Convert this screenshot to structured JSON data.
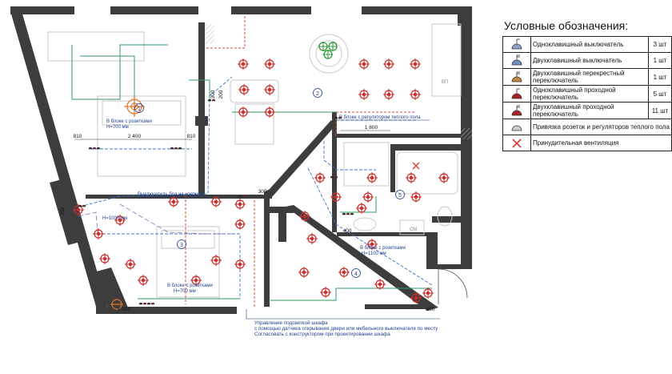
{
  "legend": {
    "title": "Условные обозначения:",
    "items": [
      {
        "symbol": "one-key-switch-icon",
        "color": "#8fa3c4",
        "label": "Одноклавишный выключатель",
        "count": "3 шт"
      },
      {
        "symbol": "two-key-switch-icon",
        "color": "#6f8fc0",
        "label": "Двухклавишный выключатель",
        "count": "1 шт"
      },
      {
        "symbol": "two-key-cross-switch-icon",
        "color": "#c0863f",
        "label": "Двухклавишный перекрестный переключатель",
        "count": "1 шт"
      },
      {
        "symbol": "one-key-pass-switch-icon",
        "color": "#a8242a",
        "label": "Одноклавишный проходной переключатель",
        "count": "5 шт"
      },
      {
        "symbol": "two-key-pass-switch-icon",
        "color": "#a8242a",
        "label": "Двухклавишный проходной переключатель",
        "count": "11 шт"
      },
      {
        "symbol": "socket-binding-icon",
        "color": "#cfcfcf",
        "label": "Привязка розеток и регуляторов теплого пола",
        "count": ""
      },
      {
        "symbol": "ventilation-cross-icon",
        "color": "#d23b2e",
        "label": "Принудительная вентиляция",
        "count": ""
      }
    ]
  },
  "plan": {
    "rooms": [
      "1",
      "2",
      "3",
      "4",
      "5"
    ],
    "dimensions": [
      "810",
      "2 400",
      "810",
      "1 800",
      "400",
      "1 100",
      "200",
      "300",
      "300",
      "700",
      "200"
    ],
    "annotations": {
      "block_sockets_1": "В блоке с розетками",
      "block_sockets_1_h": "Н=700 мм",
      "sconce_switch": "Выключатель бра на корпусе",
      "h1000": "Н=1000 мм",
      "floor_regulator_block": "В блоке с регулятором теплого пола",
      "block_sockets_3": "В блоке с розетками",
      "block_sockets_3_h": "Н=700 мм",
      "block_sockets_5": "В блоке с розетками",
      "block_sockets_5_h": "Н=1100 мм",
      "cm_label": "СМ",
      "vp_label": "ВП",
      "note_line1": "Управление подсветкой шкафа",
      "note_line2": "с помощью датчика открывания двери или мебельного выключателя по месту",
      "note_line3": "Согласовать с конструктором при проектировании шкафа"
    }
  },
  "colors": {
    "wall": "#3d3d3d",
    "light_fixture": "#c8302e",
    "green_fixture": "#2b9a3a",
    "wiring_blue": "#3a78c8",
    "wiring_green": "#2f9a62",
    "wiring_red": "#d24a3a",
    "annotation_blue": "#1f3f8f",
    "pendant_orange": "#e07a2e"
  }
}
